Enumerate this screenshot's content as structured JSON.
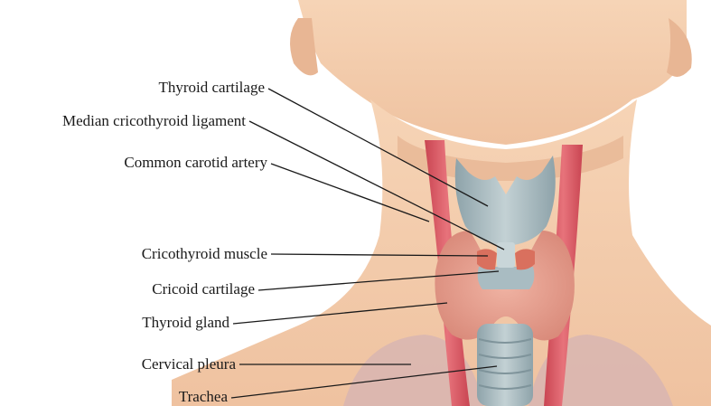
{
  "diagram": {
    "labels": {
      "thyroid_cartilage": "Thyroid cartilage",
      "median_cricothyroid_ligament": "Median cricothyroid ligament",
      "common_carotid_artery": "Common carotid artery",
      "cricothyroid_muscle": "Cricothyroid muscle",
      "cricoid_cartilage": "Cricoid cartilage",
      "thyroid_gland": "Thyroid gland",
      "cervical_pleura": "Cervical pleura",
      "trachea": "Trachea"
    },
    "colors": {
      "skin": "#f2c9a6",
      "skin_shadow": "#d9a17c",
      "artery": "#d9545f",
      "thyroid_gland": "#e9a08f",
      "cartilage": "#9fb2b8",
      "pleura": "#d9b8b6",
      "leader_line": "#1a1a1a"
    }
  }
}
